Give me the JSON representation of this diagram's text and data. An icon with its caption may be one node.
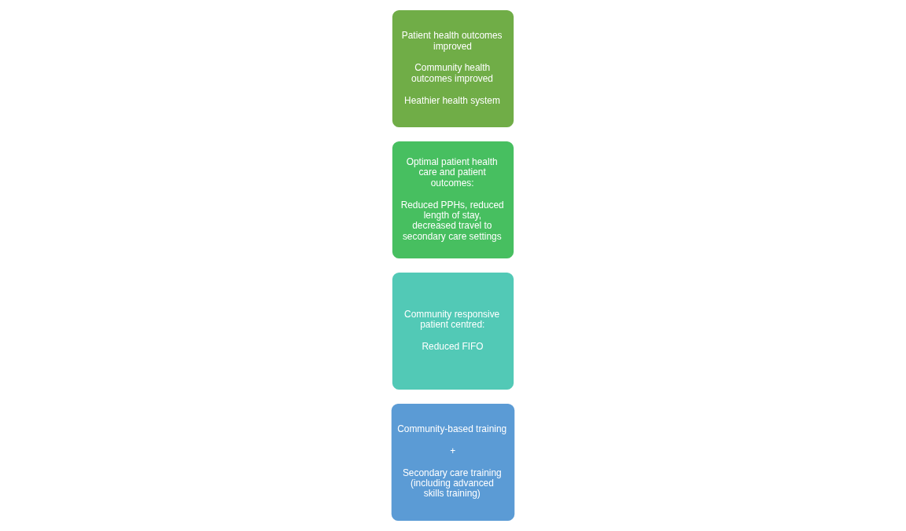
{
  "diagram": {
    "nodes": [
      {
        "text": [
          "Community-based training",
          "+",
          "Secondary care training (including advanced skills training)"
        ]
      },
      {
        "text": [
          "Community responsive patient centred:",
          "Reduced FIFO"
        ]
      },
      {
        "text": [
          "Optimal patient health care and patient outcomes:",
          "Reduced PPHs, reduced length of stay, decreased travel to secondary care settings"
        ]
      },
      {
        "text": [
          "Patient health outcomes improved",
          "Community health outcomes improved",
          "Heathier health system"
        ]
      }
    ]
  }
}
